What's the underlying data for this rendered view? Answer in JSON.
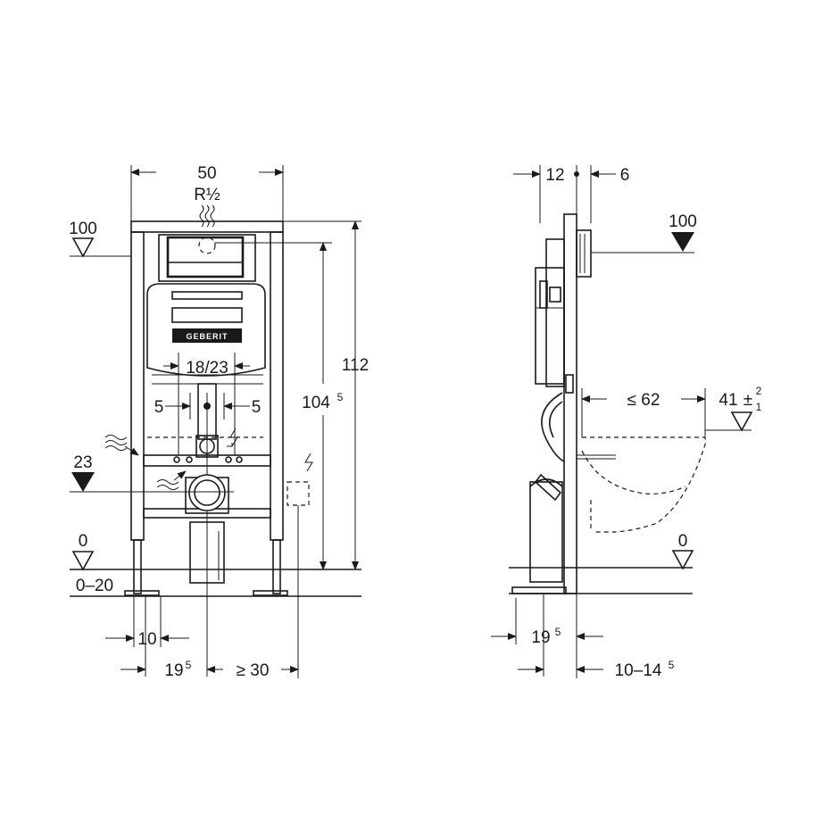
{
  "front_view": {
    "width_label": "50",
    "thread_label": "R½",
    "height_total_label": "112",
    "height_inner_main": "104",
    "height_inner_sup": "5",
    "level_top_label": "100",
    "level_mid_label": "23",
    "level_floor_label": "0",
    "floor_range_label": "0–20",
    "inner_width_label": "18/23",
    "left_offset_label": "5",
    "right_offset_label": "5",
    "brand_label": "GEBERIT",
    "bottom_foot_label": "10",
    "bottom_left_main": "19",
    "bottom_left_sup": "5",
    "bottom_right_label": "≥ 30"
  },
  "side_view": {
    "top_left_label": "12",
    "top_right_label": "6",
    "level_top_label": "100",
    "bowl_depth_label": "≤ 62",
    "seat_height_main": "41",
    "seat_tol_plus": "2",
    "seat_tol_minus": "1",
    "level_floor_label": "0",
    "bottom_left_main": "19",
    "bottom_left_sup": "5",
    "bottom_right_main": "10–14",
    "bottom_right_sup": "5"
  }
}
